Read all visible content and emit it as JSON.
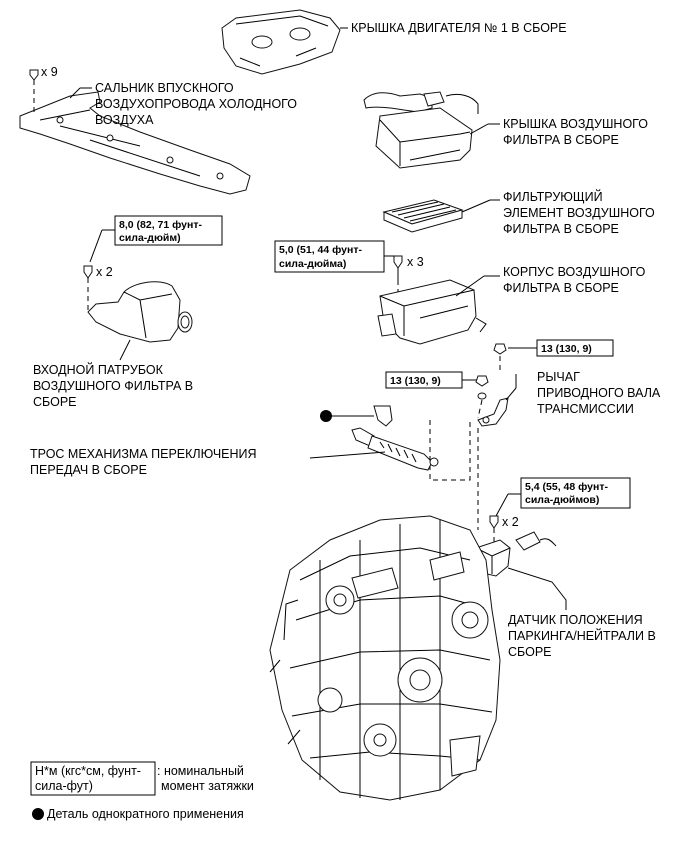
{
  "labels": {
    "engine_cover": "КРЫШКА ДВИГАТЕЛЯ № 1 В СБОРЕ",
    "cold_air_seal": [
      "САЛЬНИК ВПУСКНОГО",
      "ВОЗДУХОПРОВОДА ХОЛОДНОГО",
      "ВОЗДУХА"
    ],
    "air_filter_cap": [
      "КРЫШКА ВОЗДУШНОГО",
      "ФИЛЬТРА В СБОРЕ"
    ],
    "filter_element": [
      "ФИЛЬТРУЮЩИЙ",
      "ЭЛЕМЕНТ ВОЗДУШНОГО",
      "ФИЛЬТРА В СБОРЕ"
    ],
    "air_filter_case": [
      "КОРПУС ВОЗДУШНОГО",
      "ФИЛЬТРА В СБОРЕ"
    ],
    "inlet_pipe": [
      "ВХОДНОЙ ПАТРУБОК",
      "ВОЗДУШНОГО ФИЛЬТРА В",
      "СБОРЕ"
    ],
    "control_lever": [
      "РЫЧАГ",
      "ПРИВОДНОГО ВАЛА",
      "ТРАНСМИССИИ"
    ],
    "shift_cable": [
      "ТРОС МЕХАНИЗМА ПЕРЕКЛЮЧЕНИЯ",
      "ПЕРЕДАЧ В СБОРЕ"
    ],
    "pn_sensor": [
      "ДАТЧИК ПОЛОЖЕНИЯ",
      "ПАРКИНГА/НЕЙТРАЛИ В",
      "СБОРЕ"
    ]
  },
  "torques": {
    "inlet_pipe_bolt": [
      "8,0 (82, 71 фунт-",
      "сила-дюйм)"
    ],
    "case_bolt": [
      "5,0 (51, 44 фунт-",
      "сила-дюйма)"
    ],
    "nut_upper": "13 (130, 9)",
    "nut_lower": "13 (130, 9)",
    "sensor_bolt": [
      "5,4 (55, 48 фунт-",
      "сила-дюймов)"
    ]
  },
  "quantities": {
    "seal_clips": "x 9",
    "inlet_bolts": "x 2",
    "case_bolts": "x 3",
    "sensor_bolts": "x 2"
  },
  "legend": {
    "torque_box": [
      "Н*м (кгс*см, фунт-",
      "сила-фут)"
    ],
    "torque_desc": [
      ": номинальный",
      "момент затяжки"
    ],
    "single_use": "Деталь однократного применения"
  }
}
